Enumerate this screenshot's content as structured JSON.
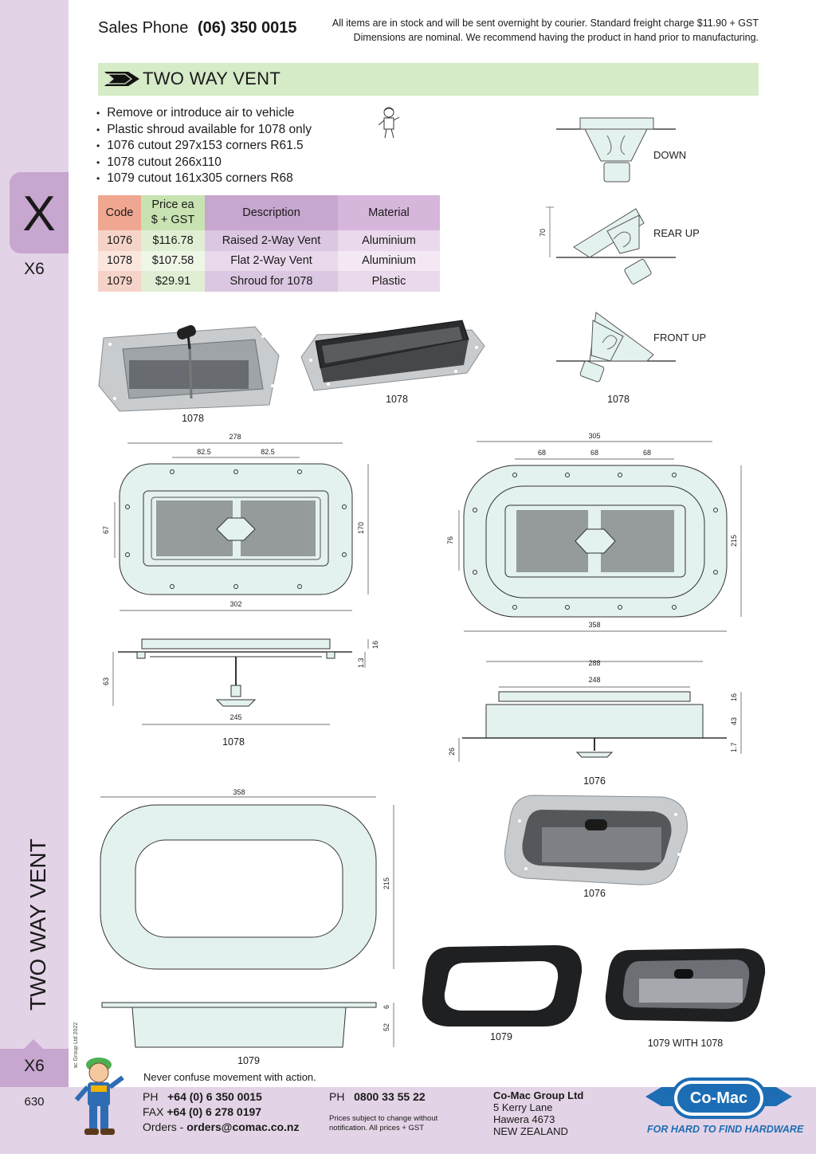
{
  "header": {
    "sales_label": "Sales Phone",
    "sales_number": "(06) 350 0015",
    "freight_line1": "All items are in stock and will be sent overnight by courier. Standard freight charge $11.90 + GST",
    "freight_line2": "Dimensions are nominal. We recommend having the product in hand prior to manufacturing."
  },
  "sidebar": {
    "section_letter": "X",
    "section_code": "X6",
    "vertical_title": "TWO WAY VENT",
    "copyright": "© Co-Mac Group Ltd 2022",
    "tab_code": "X6",
    "page_number": "630"
  },
  "title": "TWO WAY VENT",
  "bullets": [
    "Remove or introduce air to vehicle",
    "Plastic shroud available for 1078 only",
    "1076 cutout 297x153 corners R61.5",
    "1078 cutout 266x110",
    "1079 cutout 161x305 corners R68"
  ],
  "table": {
    "headers": {
      "code": "Code",
      "price_line1": "Price ea",
      "price_line2": "$ + GST",
      "description": "Description",
      "material": "Material"
    },
    "rows": [
      {
        "code": "1076",
        "price": "$116.78",
        "description": "Raised 2-Way Vent",
        "material": "Aluminium"
      },
      {
        "code": "1078",
        "price": "$107.58",
        "description": "Flat 2-Way Vent",
        "material": "Aluminium"
      },
      {
        "code": "1079",
        "price": "$29.91",
        "description": "Shroud for 1078",
        "material": "Plastic"
      }
    ]
  },
  "orientation": {
    "down": "DOWN",
    "rear_up": "REAR UP",
    "front_up": "FRONT UP",
    "height_dim": "70",
    "caption": "1078"
  },
  "photos": {
    "photo1_caption": "1078",
    "photo2_caption": "1078",
    "photo3_caption": "1076",
    "photo4_caption": "1079",
    "photo5_caption": "1079 WITH 1078"
  },
  "drawing_1078_top": {
    "overall": "278",
    "spacing_a": "82.5",
    "spacing_b": "82.5",
    "height_inner": "67",
    "height_outer": "170",
    "width_outer": "302"
  },
  "drawing_1076_top": {
    "overall": "305",
    "spacing_a": "68",
    "spacing_b": "68",
    "spacing_c": "68",
    "height_inner": "76",
    "height_outer": "215",
    "width_outer": "358"
  },
  "drawing_1078_side": {
    "flange_h": "16",
    "plate_h": "1.3",
    "knob_depth": "63",
    "knob_width": "245",
    "caption": "1078"
  },
  "drawing_1076_side": {
    "top_w": "288",
    "inner_w": "248",
    "h_top": "16",
    "h_body": "43",
    "h_plate": "1.7",
    "knob_depth": "26",
    "caption": "1076"
  },
  "drawing_1079": {
    "width": "358",
    "height": "215",
    "rim": "6",
    "depth": "52",
    "caption": "1079"
  },
  "footer": {
    "motto": "Never confuse movement with action.",
    "ph_label": "PH",
    "ph_number": "+64 (0) 6 350 0015",
    "fax_label": "FAX",
    "fax_number": "+64 (0) 6 278 0197",
    "orders_label": "Orders -",
    "orders_email": "orders@comac.co.nz",
    "ph2_label": "PH",
    "ph2_number": "0800 33 55 22",
    "prices_note_1": "Prices subject to change without",
    "prices_note_2": "notification. All prices + GST",
    "company": "Co-Mac Group Ltd",
    "address_1": "5 Kerry Lane",
    "address_2": "Hawera 4673",
    "address_3": "NEW ZEALAND",
    "logo_text": "Co-Mac",
    "tagline": "FOR HARD TO FIND HARDWARE"
  },
  "colors": {
    "sidebar": "#e3d3e6",
    "sidebar_accent": "#c7a6cf",
    "banner": "#d6ebc8",
    "brand_blue": "#1d6db5",
    "drawing_fill": "#e3f1ef"
  }
}
